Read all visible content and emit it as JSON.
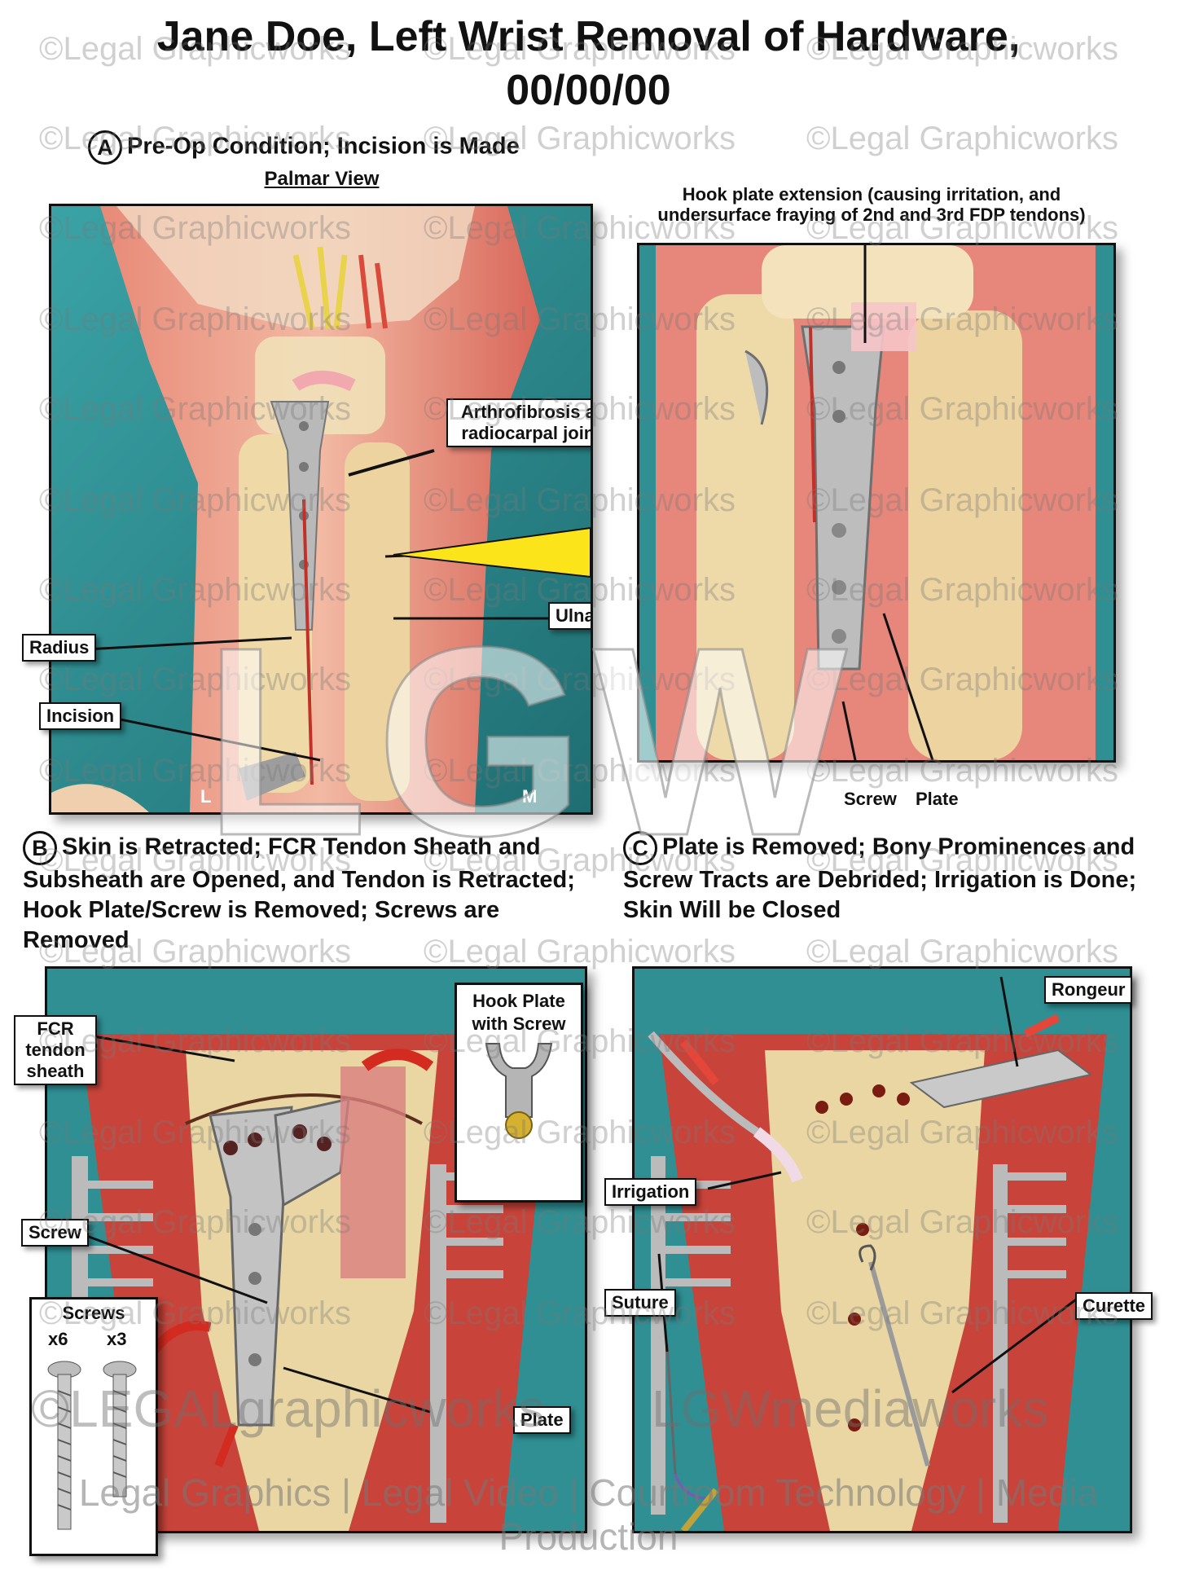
{
  "title": {
    "line1": "Jane Doe, Left Wrist Removal of Hardware,",
    "line2": "00/00/00"
  },
  "section_a": {
    "letter": "A",
    "heading": "Pre-Op Condition; Incision is Made",
    "subheading": "Palmar View",
    "labels": {
      "arthrofibrosis": "Arthrofibrosis at radiocarpal joint",
      "ulna": "Ulna",
      "radius": "Radius",
      "incision": "Incision",
      "side_l": "L",
      "side_m": "M"
    },
    "inset": {
      "note": "Hook plate extension (causing irritation, and undersurface fraying of 2nd and 3rd FDP tendons)",
      "screw": "Screw",
      "plate": "Plate"
    }
  },
  "section_b": {
    "letter": "B",
    "heading": "Skin is Retracted; FCR Tendon Sheath and Subsheath are Opened, and Tendon is Retracted; Hook Plate/Screw is Removed; Screws are Removed",
    "labels": {
      "fcr": "FCR tendon sheath",
      "hook_plate": "Hook Plate with Screw",
      "screw": "Screw",
      "plate": "Plate",
      "screws_title": "Screws",
      "screws_x6": "x6",
      "screws_x3": "x3"
    }
  },
  "section_c": {
    "letter": "C",
    "heading": "Plate is Removed; Bony Prominences and Screw Tracts are Debrided; Irrigation is Done; Skin Will be Closed",
    "labels": {
      "rongeur": "Rongeur",
      "irrigation": "Irrigation",
      "suture": "Suture",
      "curette": "Curette"
    }
  },
  "watermark": {
    "text": "©Legal Graphicworks",
    "logo": "LGW",
    "brand_left": "©LEGALgraphicworks",
    "brand_right": "LGWmediaworks",
    "footer": "Legal Graphics | Legal Video | Courtroom Technology | Media Production"
  },
  "colors": {
    "teal": "#2f8f93",
    "tissue": "#d9675a",
    "bone": "#eed9a8",
    "metal": "#b9b9b9"
  }
}
